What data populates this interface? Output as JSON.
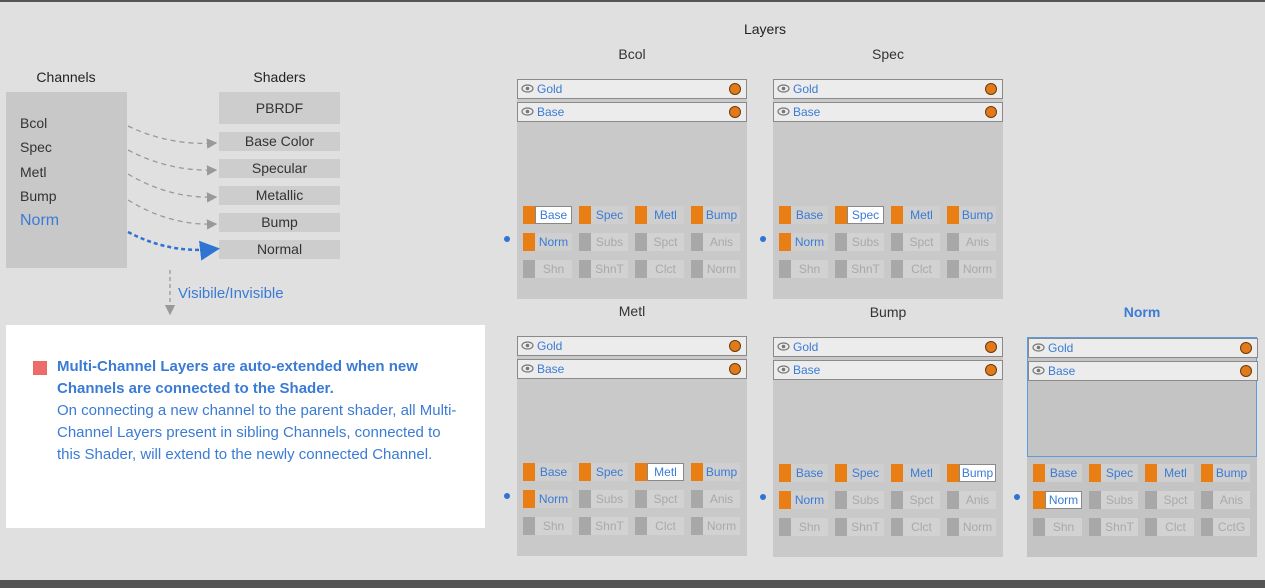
{
  "channels": {
    "title": "Channels",
    "items": [
      "Bcol",
      "Spec",
      "Metl",
      "Bump",
      "Norm"
    ],
    "active": "Norm"
  },
  "shaders": {
    "title": "Shaders",
    "items": [
      "PBRDF",
      "Base Color",
      "Specular",
      "Metallic",
      "Bump",
      "Normal"
    ]
  },
  "visibility_label": "Visibile/Invisible",
  "info": {
    "bold": "Multi-Channel Layers are auto-extended when new Channels are connected to the Shader.",
    "body": "On connecting a new channel to the parent shader, all Multi-Channel Layers present in sibling Channels, connected to this Shader, will extend to the newly connected Channel."
  },
  "layers_title": "Layers",
  "colors": {
    "accent": "#3a7bd5",
    "orange": "#e97f14",
    "marker": "#ee6b6b"
  },
  "panels": [
    {
      "title": "Bcol",
      "active": false,
      "layers": [
        "Gold",
        "Base"
      ],
      "rows": [
        [
          {
            "t": "Base",
            "on": true,
            "cur": true
          },
          {
            "t": "Spec",
            "on": true
          },
          {
            "t": "Metl",
            "on": true
          },
          {
            "t": "Bump",
            "on": true
          }
        ],
        [
          {
            "t": "Norm",
            "on": true
          },
          {
            "t": "Subs"
          },
          {
            "t": "Spct"
          },
          {
            "t": "Anis"
          }
        ],
        [
          {
            "t": "Shn"
          },
          {
            "t": "ShnT"
          },
          {
            "t": "Clct"
          },
          {
            "t": "Norm"
          }
        ]
      ]
    },
    {
      "title": "Spec",
      "active": false,
      "layers": [
        "Gold",
        "Base"
      ],
      "rows": [
        [
          {
            "t": "Base",
            "on": true
          },
          {
            "t": "Spec",
            "on": true,
            "cur": true
          },
          {
            "t": "Metl",
            "on": true
          },
          {
            "t": "Bump",
            "on": true
          }
        ],
        [
          {
            "t": "Norm",
            "on": true
          },
          {
            "t": "Subs"
          },
          {
            "t": "Spct"
          },
          {
            "t": "Anis"
          }
        ],
        [
          {
            "t": "Shn"
          },
          {
            "t": "ShnT"
          },
          {
            "t": "Clct"
          },
          {
            "t": "Norm"
          }
        ]
      ]
    },
    {
      "title": "Metl",
      "active": false,
      "layers": [
        "Gold",
        "Base"
      ],
      "rows": [
        [
          {
            "t": "Base",
            "on": true
          },
          {
            "t": "Spec",
            "on": true
          },
          {
            "t": "Metl",
            "on": true,
            "cur": true
          },
          {
            "t": "Bump",
            "on": true
          }
        ],
        [
          {
            "t": "Norm",
            "on": true
          },
          {
            "t": "Subs"
          },
          {
            "t": "Spct"
          },
          {
            "t": "Anis"
          }
        ],
        [
          {
            "t": "Shn"
          },
          {
            "t": "ShnT"
          },
          {
            "t": "Clct"
          },
          {
            "t": "Norm"
          }
        ]
      ]
    },
    {
      "title": "Bump",
      "active": false,
      "layers": [
        "Gold",
        "Base"
      ],
      "rows": [
        [
          {
            "t": "Base",
            "on": true
          },
          {
            "t": "Spec",
            "on": true
          },
          {
            "t": "Metl",
            "on": true
          },
          {
            "t": "Bump",
            "on": true,
            "cur": true
          }
        ],
        [
          {
            "t": "Norm",
            "on": true
          },
          {
            "t": "Subs"
          },
          {
            "t": "Spct"
          },
          {
            "t": "Anis"
          }
        ],
        [
          {
            "t": "Shn"
          },
          {
            "t": "ShnT"
          },
          {
            "t": "Clct"
          },
          {
            "t": "Norm"
          }
        ]
      ]
    },
    {
      "title": "Norm",
      "active": true,
      "layers": [
        "Gold",
        "Base"
      ],
      "rows": [
        [
          {
            "t": "Base",
            "on": true
          },
          {
            "t": "Spec",
            "on": true
          },
          {
            "t": "Metl",
            "on": true
          },
          {
            "t": "Bump",
            "on": true
          }
        ],
        [
          {
            "t": "Norm",
            "on": true,
            "cur": true
          },
          {
            "t": "Subs"
          },
          {
            "t": "Spct"
          },
          {
            "t": "Anis"
          }
        ],
        [
          {
            "t": "Shn"
          },
          {
            "t": "ShnT"
          },
          {
            "t": "Clct"
          },
          {
            "t": "CctG"
          }
        ]
      ]
    }
  ]
}
